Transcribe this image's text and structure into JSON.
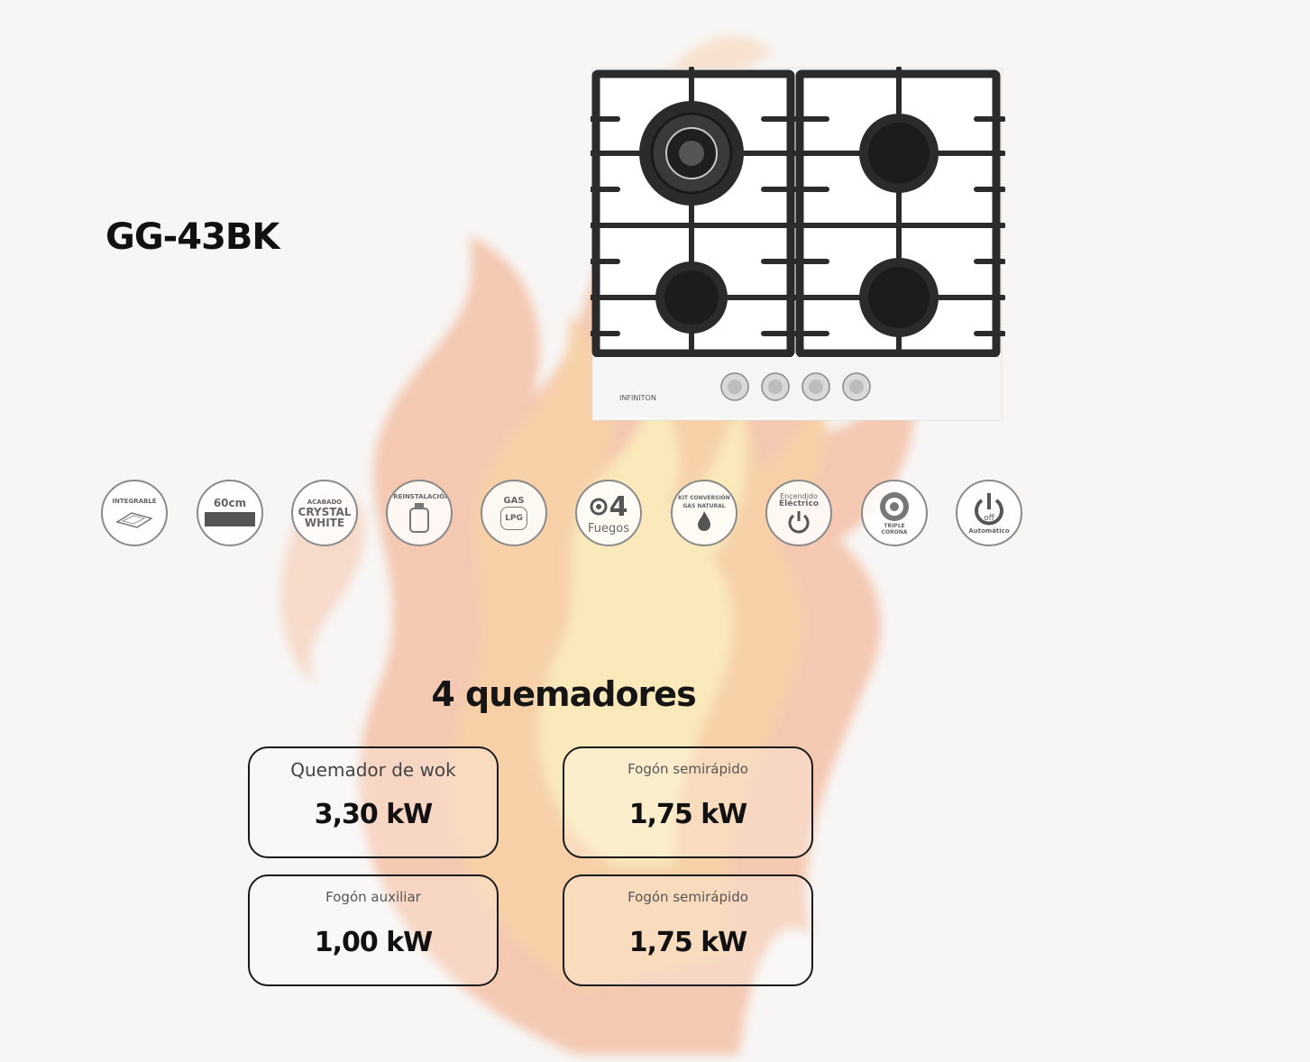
{
  "model": "GG-43BK",
  "hob_brand": "INFINITON",
  "features": [
    {
      "name": "integrable-icon",
      "l1": "INTEGRABLE",
      "l2": "",
      "l3": ""
    },
    {
      "name": "width-60cm-icon",
      "l1": "",
      "l2": "60cm",
      "l3": ""
    },
    {
      "name": "crystal-white-icon",
      "l1": "ACABADO",
      "l2": "CRYSTAL",
      "l3": "WHITE"
    },
    {
      "name": "preinstalacion-icon",
      "l1": "PREINSTALACIÓN",
      "l2": "",
      "l3": ""
    },
    {
      "name": "gas-lpg-icon",
      "l1": "GAS",
      "l2": "LPG",
      "l3": ""
    },
    {
      "name": "four-burners-icon",
      "l1": "",
      "l2": "4",
      "l3": "Fuegos"
    },
    {
      "name": "natural-gas-kit-icon",
      "l1": "KIT CONVERSIÓN GAS NATURAL",
      "l2": "",
      "l3": ""
    },
    {
      "name": "electric-ignition-icon",
      "l1": "Encendido",
      "l2": "Eléctrico",
      "l3": ""
    },
    {
      "name": "triple-crown-icon",
      "l1": "TRIPLE",
      "l2": "CORONA",
      "l3": ""
    },
    {
      "name": "auto-off-icon",
      "l1": "off",
      "l2": "Automático",
      "l3": ""
    }
  ],
  "burners_title": "4 quemadores",
  "burners": [
    {
      "label": "Quemador de wok",
      "value": "3,30 kW"
    },
    {
      "label": "Fogón semirápido",
      "value": "1,75 kW"
    },
    {
      "label": "Fogón auxiliar",
      "value": "1,00 kW"
    },
    {
      "label": "Fogón semirápido",
      "value": "1,75 kW"
    }
  ],
  "colors": {
    "flame_outer": "#f3a37a",
    "flame_mid": "#f7c06a",
    "flame_inner": "#fbe08c",
    "grate": "#2b2b2b"
  }
}
